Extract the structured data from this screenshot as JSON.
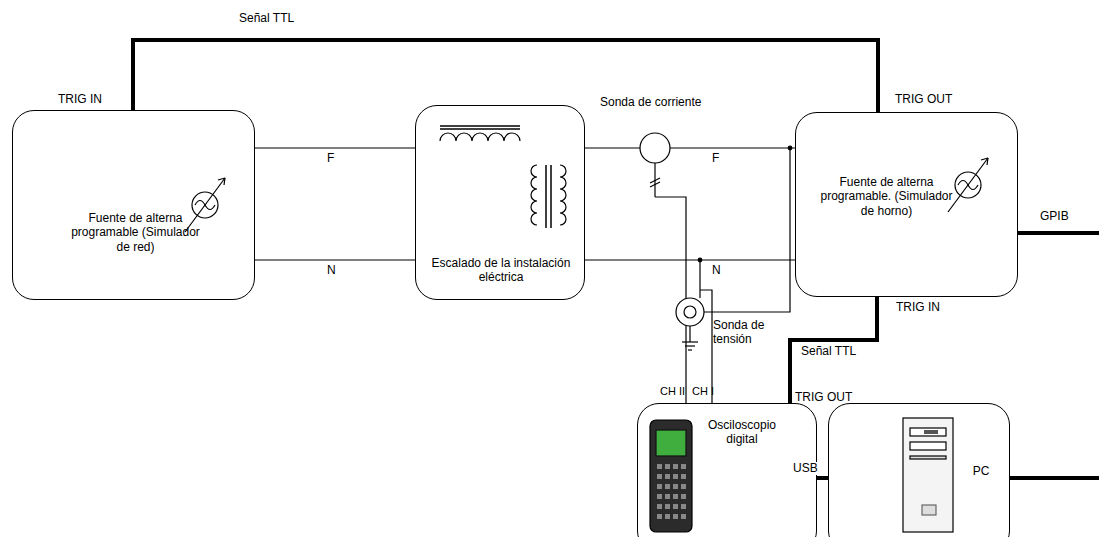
{
  "diagram": {
    "nodes": [
      {
        "text": [
          "Fuente de alterna programable (Simulador de red)"
        ]
      },
      {
        "text": [
          "Escalado de la instalación eléctrica"
        ]
      },
      {
        "text": [
          "Fuente de alterna programable. (Simulador de horno)"
        ]
      },
      {
        "text": [
          "Osciloscopio digital"
        ]
      },
      {
        "text": [
          "PC"
        ]
      }
    ],
    "edges": [
      {
        "from": 0,
        "to": 1,
        "label": "F",
        "arrow": "none"
      },
      {
        "from": 0,
        "to": 1,
        "label": "N",
        "arrow": "none"
      },
      {
        "from": 1,
        "to": 2,
        "label": "F",
        "arrow": "none"
      },
      {
        "from": 1,
        "to": 2,
        "label": "N",
        "arrow": "none"
      },
      {
        "from": 2,
        "to": 0,
        "label": "Señal TTL",
        "arrow": "none"
      },
      {
        "from": 3,
        "to": 2,
        "label": "Señal TTL",
        "arrow": "none"
      },
      {
        "from": 3,
        "to": 4,
        "label": "USB",
        "arrow": "none"
      }
    ],
    "labels": [
      "TRIG IN",
      "TRIG OUT",
      "Sonda de corriente",
      "TRIG IN",
      "Sonda de tensión",
      "CH II",
      "CH I",
      "TRIG OUT",
      "GPIB"
    ]
  }
}
